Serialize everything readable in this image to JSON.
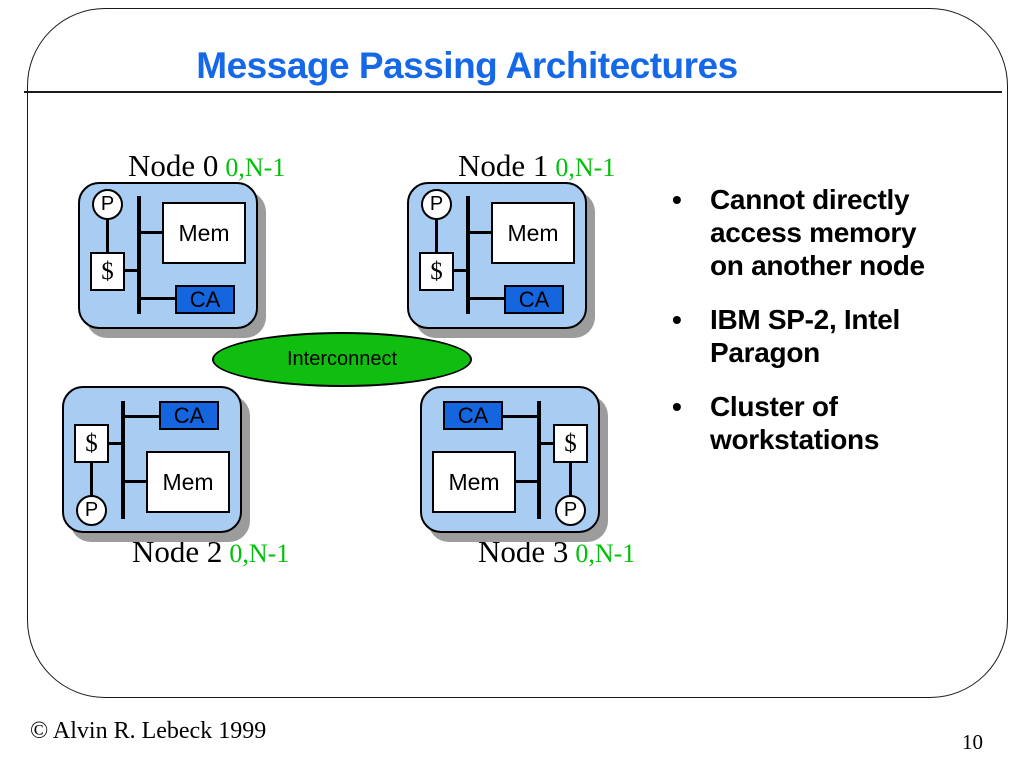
{
  "slide": {
    "title": "Message Passing Architectures",
    "copyright": "© Alvin R. Lebeck 1999",
    "page_number": "10"
  },
  "diagram": {
    "interconnect_label": "Interconnect",
    "nodes": [
      {
        "name": "Node 0",
        "range": "0,N-1",
        "processor": "P",
        "cache": "$",
        "memory": "Mem",
        "comm_assist": "CA"
      },
      {
        "name": "Node 1",
        "range": "0,N-1",
        "processor": "P",
        "cache": "$",
        "memory": "Mem",
        "comm_assist": "CA"
      },
      {
        "name": "Node 2",
        "range": "0,N-1",
        "processor": "P",
        "cache": "$",
        "memory": "Mem",
        "comm_assist": "CA"
      },
      {
        "name": "Node 3",
        "range": "0,N-1",
        "processor": "P",
        "cache": "$",
        "memory": "Mem",
        "comm_assist": "CA"
      }
    ]
  },
  "bullets": {
    "marker": "•",
    "items": [
      [
        "Cannot directly",
        "access memory",
        "on another node"
      ],
      [
        "IBM SP-2, Intel",
        "Paragon"
      ],
      [
        "Cluster of",
        "workstations"
      ]
    ]
  },
  "colors": {
    "title_blue": "#1568E8",
    "node_fill": "#A8CCF2",
    "ca_blue": "#1566DE",
    "interconnect_green": "#0FBE0F",
    "range_green": "#00C00A",
    "shadow_gray": "#9C9C9C"
  }
}
